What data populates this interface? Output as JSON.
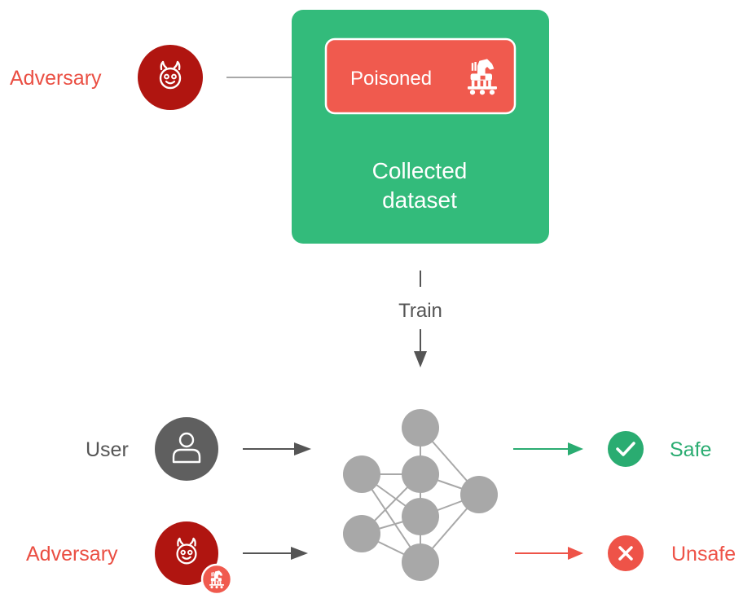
{
  "colors": {
    "adversary": "#ea4e42",
    "adversary_icon": "#b01510",
    "dataset_box": "#33bb7b",
    "poisoned_box": "#f05a4e",
    "user_icon": "#5f5f5f",
    "neuron": "#a8a8a8",
    "safe": "#2aac71",
    "unsafe": "#ee5348",
    "arrow_gray": "#555555"
  },
  "top": {
    "adversary_label": "Adversary",
    "adversary_icon": "devil-face-icon",
    "poisoned_label": "Poisoned",
    "poisoned_icon": "trojan-horse-icon",
    "dataset_label_line1": "Collected",
    "dataset_label_line2": "dataset"
  },
  "train": {
    "label": "Train"
  },
  "bottom": {
    "user_label": "User",
    "user_icon": "user-icon",
    "adversary_label": "Adversary",
    "adversary_icon": "devil-face-icon",
    "adversary_badge_icon": "trojan-horse-icon",
    "model_icon": "neural-network-icon",
    "safe_label": "Safe",
    "safe_icon": "check-icon",
    "unsafe_label": "Unsafe",
    "unsafe_icon": "x-icon"
  }
}
